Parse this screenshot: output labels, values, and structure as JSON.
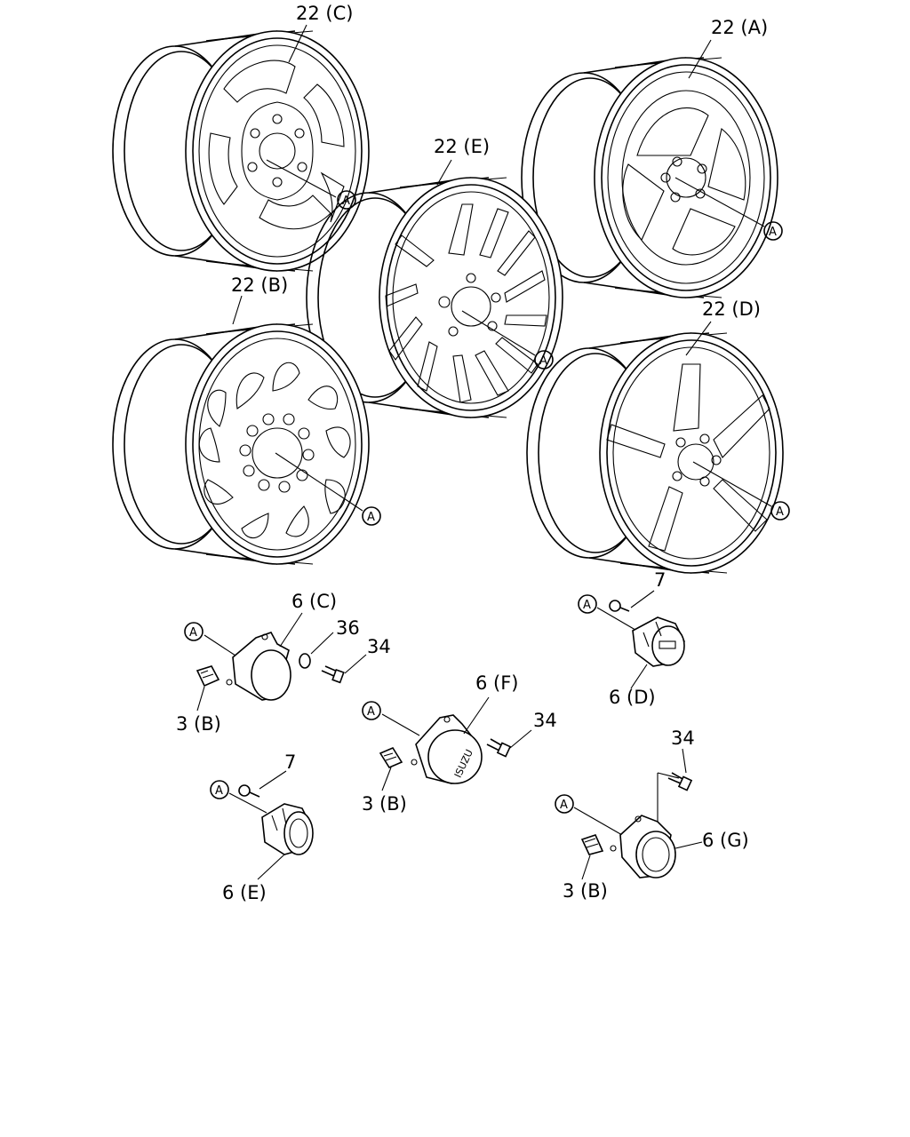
{
  "labels": {
    "wheel_c": "22 (C)",
    "wheel_a": "22 (A)",
    "wheel_e": "22 (E)",
    "wheel_b": "22 (B)",
    "wheel_d": "22 (D)",
    "cap_c": "6 (C)",
    "cap_d": "6 (D)",
    "cap_e": "6 (E)",
    "cap_f": "6 (F)",
    "cap_g": "6 (G)",
    "part_36": "36",
    "part_34": "34",
    "part_7": "7",
    "bolt_3b": "3 (B)",
    "ref": "A",
    "brand": "ISUZU"
  }
}
